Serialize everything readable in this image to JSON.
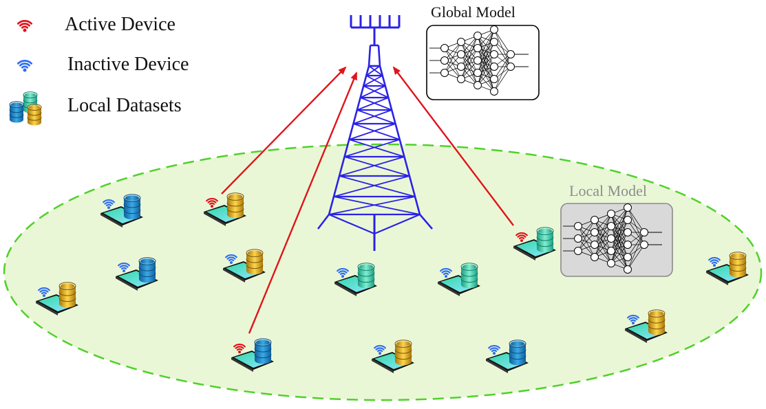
{
  "legend": {
    "active_label": "Active Device",
    "inactive_label": "Inactive Device",
    "datasets_label": "Local Datasets"
  },
  "global_model": {
    "title": "Global Model"
  },
  "local_model": {
    "title": "Local Model"
  },
  "colors": {
    "active_wifi": "#e0141b",
    "inactive_wifi": "#2f6ff0",
    "tower": "#2b22e6",
    "uplink_arrow": "#e0141b",
    "coverage_fill": "#eaf7d6",
    "coverage_border": "#4fd12a",
    "phone_screen": "#52dfc0",
    "db_blue": "#1f8fcf",
    "db_gold": "#e6b21a",
    "db_teal": "#3fd6b4"
  },
  "devices": [
    {
      "name": "device-1",
      "status": "active",
      "db": "gold"
    },
    {
      "name": "device-2",
      "status": "inactive",
      "db": "blue"
    },
    {
      "name": "device-3",
      "status": "inactive",
      "db": "blue"
    },
    {
      "name": "device-4",
      "status": "inactive",
      "db": "gold"
    },
    {
      "name": "device-5",
      "status": "inactive",
      "db": "gold"
    },
    {
      "name": "device-6",
      "status": "active",
      "db": "blue"
    },
    {
      "name": "device-7",
      "status": "inactive",
      "db": "teal"
    },
    {
      "name": "device-8",
      "status": "inactive",
      "db": "teal"
    },
    {
      "name": "device-9",
      "status": "inactive",
      "db": "gold"
    },
    {
      "name": "device-10",
      "status": "inactive",
      "db": "blue"
    },
    {
      "name": "device-11",
      "status": "active",
      "db": "teal"
    },
    {
      "name": "device-12",
      "status": "inactive",
      "db": "gold"
    },
    {
      "name": "device-13",
      "status": "inactive",
      "db": "gold"
    }
  ]
}
